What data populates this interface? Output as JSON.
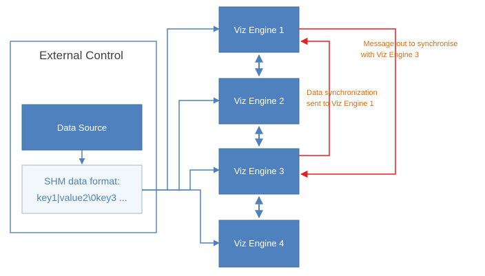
{
  "colors": {
    "blue": "#4e81bd",
    "blue_dark": "#41719c",
    "red": "#e81c24",
    "orange_text": "#e46c0a",
    "panel_border": "#5b8bbd",
    "shm_fill": "#f2f7fc",
    "shm_text": "#4e81bd",
    "gray_text": "#404040"
  },
  "external_control": {
    "title": "External Control",
    "data_source_label": "Data Source",
    "shm_line1": "SHM data format:",
    "shm_line2": "key1|value2\\0key3 ..."
  },
  "engines": [
    {
      "label": "Viz Engine 1"
    },
    {
      "label": "Viz Engine 2"
    },
    {
      "label": "Viz Engine 3"
    },
    {
      "label": "Viz Engine 4"
    }
  ],
  "notes": {
    "message_out_line1": "Message out to synchronise",
    "message_out_line2": "with Viz Engine 3",
    "data_sync_line1": "Data synchronization",
    "data_sync_line2": "sent to Viz Engine 1"
  }
}
